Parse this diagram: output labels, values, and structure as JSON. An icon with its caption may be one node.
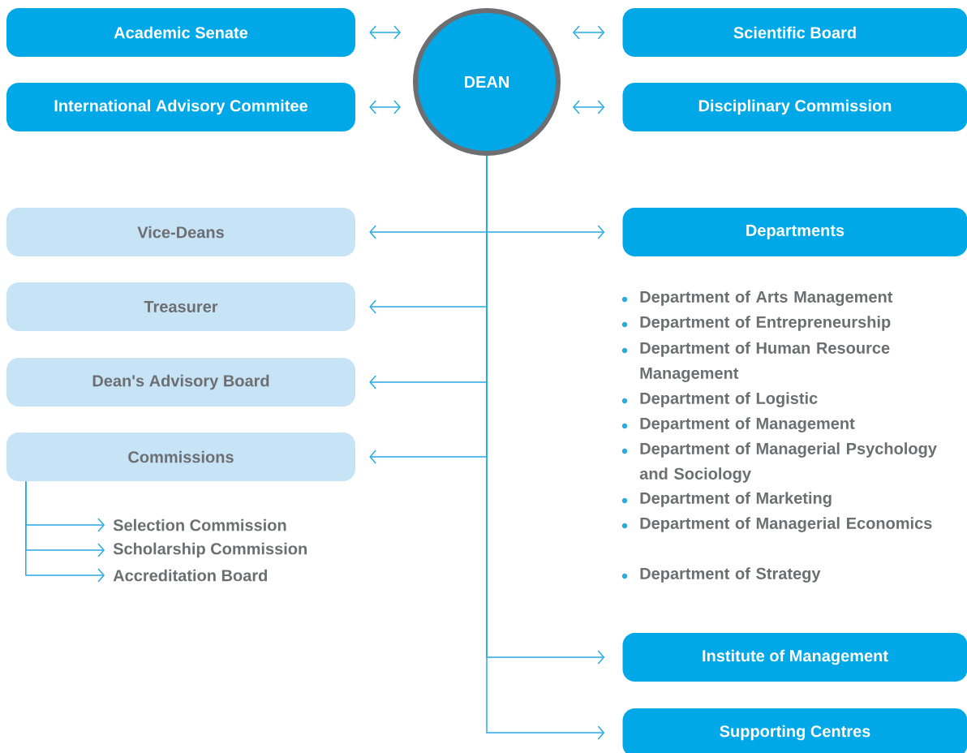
{
  "diagram": {
    "nodes": [
      {
        "text": [
          "Academic Senate"
        ]
      },
      {
        "text": [
          "DEAN"
        ]
      },
      {
        "text": [
          "Scientific Board"
        ]
      },
      {
        "text": [
          "International Advisory Commitee"
        ]
      },
      {
        "text": [
          "Disciplinary Commission"
        ]
      },
      {
        "text": [
          "Vice-Deans"
        ]
      },
      {
        "text": [
          "Departments"
        ]
      },
      {
        "text": [
          "Treasurer"
        ]
      },
      {
        "text": [
          "Dean's Advisory Board"
        ]
      },
      {
        "text": [
          "Commissions"
        ]
      },
      {
        "text": [
          "Selection Commission"
        ]
      },
      {
        "text": [
          "Scholarship Commission"
        ]
      },
      {
        "text": [
          "Accreditation Board"
        ]
      },
      {
        "text": [
          "Institute of Management"
        ]
      },
      {
        "text": [
          "Supporting Centres"
        ]
      }
    ],
    "edges": [
      {
        "from": 0,
        "to": 1,
        "arrow": "both"
      },
      {
        "from": 1,
        "to": 2,
        "arrow": "both"
      },
      {
        "from": 3,
        "to": 1,
        "arrow": "both"
      },
      {
        "from": 1,
        "to": 4,
        "arrow": "both"
      },
      {
        "from": 1,
        "to": 5,
        "arrow": "to"
      },
      {
        "from": 1,
        "to": 6,
        "arrow": "to"
      },
      {
        "from": 1,
        "to": 7,
        "arrow": "to"
      },
      {
        "from": 1,
        "to": 8,
        "arrow": "to"
      },
      {
        "from": 1,
        "to": 9,
        "arrow": "to"
      },
      {
        "from": 9,
        "to": 10,
        "arrow": "to"
      },
      {
        "from": 9,
        "to": 11,
        "arrow": "to"
      },
      {
        "from": 9,
        "to": 12,
        "arrow": "to"
      },
      {
        "from": 1,
        "to": 13,
        "arrow": "to"
      },
      {
        "from": 1,
        "to": 14,
        "arrow": "to"
      }
    ],
    "labels": [
      "Department of Arts Management",
      "Department of Entrepreneurship",
      "Department of Human Resource Management",
      "Department of Logistic",
      "Department of Management",
      "Department of Managerial Psychology and Sociology",
      "Department of Marketing",
      "Department of Managerial Economics",
      "Department of Strategy"
    ]
  }
}
